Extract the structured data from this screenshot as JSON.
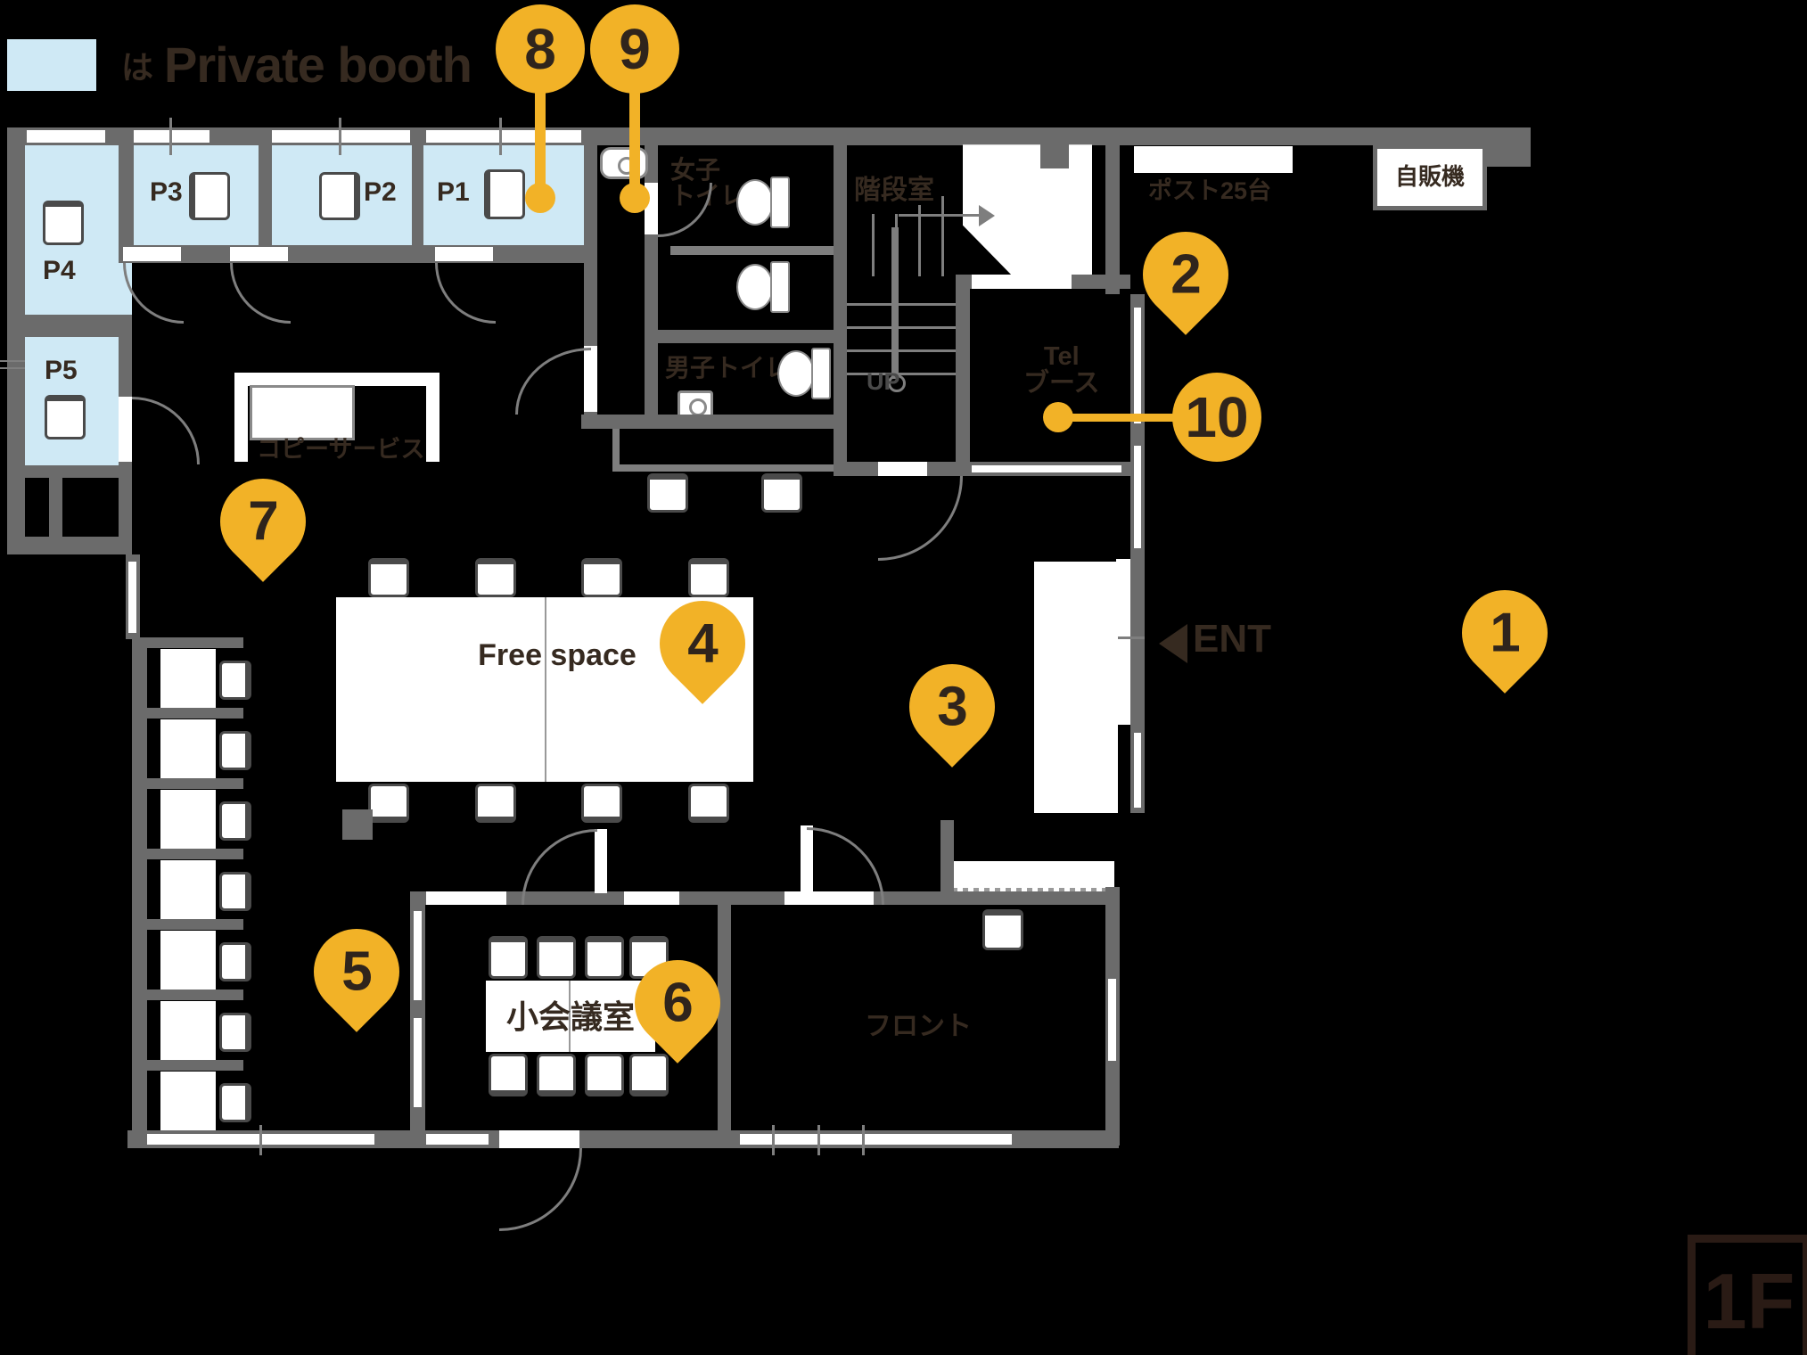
{
  "legend": {
    "prefix": "は",
    "label": "Private booth"
  },
  "booths": {
    "p1": "P1",
    "p2": "P2",
    "p3": "P3",
    "p4": "P4",
    "p5": "P5"
  },
  "rooms": {
    "womens_toilet_line1": "女子",
    "womens_toilet_line2": "トイレ",
    "mens_toilet": "男子トイレ",
    "stairwell": "階段室",
    "up": "UP",
    "mail_post": "ポスト25台",
    "vending_machine": "自販機",
    "tel_line1": "Tel",
    "tel_line2": "ブース",
    "copy_service": "コピーサービス",
    "free_space": "Free space",
    "meeting_room": "小会議室",
    "front_desk": "フロント"
  },
  "entrance": {
    "label": "ENT"
  },
  "floor": {
    "label": "1F"
  },
  "markers": [
    {
      "number": "1"
    },
    {
      "number": "2"
    },
    {
      "number": "3"
    },
    {
      "number": "4"
    },
    {
      "number": "5"
    },
    {
      "number": "6"
    },
    {
      "number": "7"
    },
    {
      "number": "8"
    },
    {
      "number": "9"
    },
    {
      "number": "10"
    }
  ],
  "colors": {
    "marker_yellow": "#f2b227",
    "private_booth_blue": "#cfe9f5",
    "wall_gray": "#6b6b6b",
    "label_brown": "#362a20"
  }
}
